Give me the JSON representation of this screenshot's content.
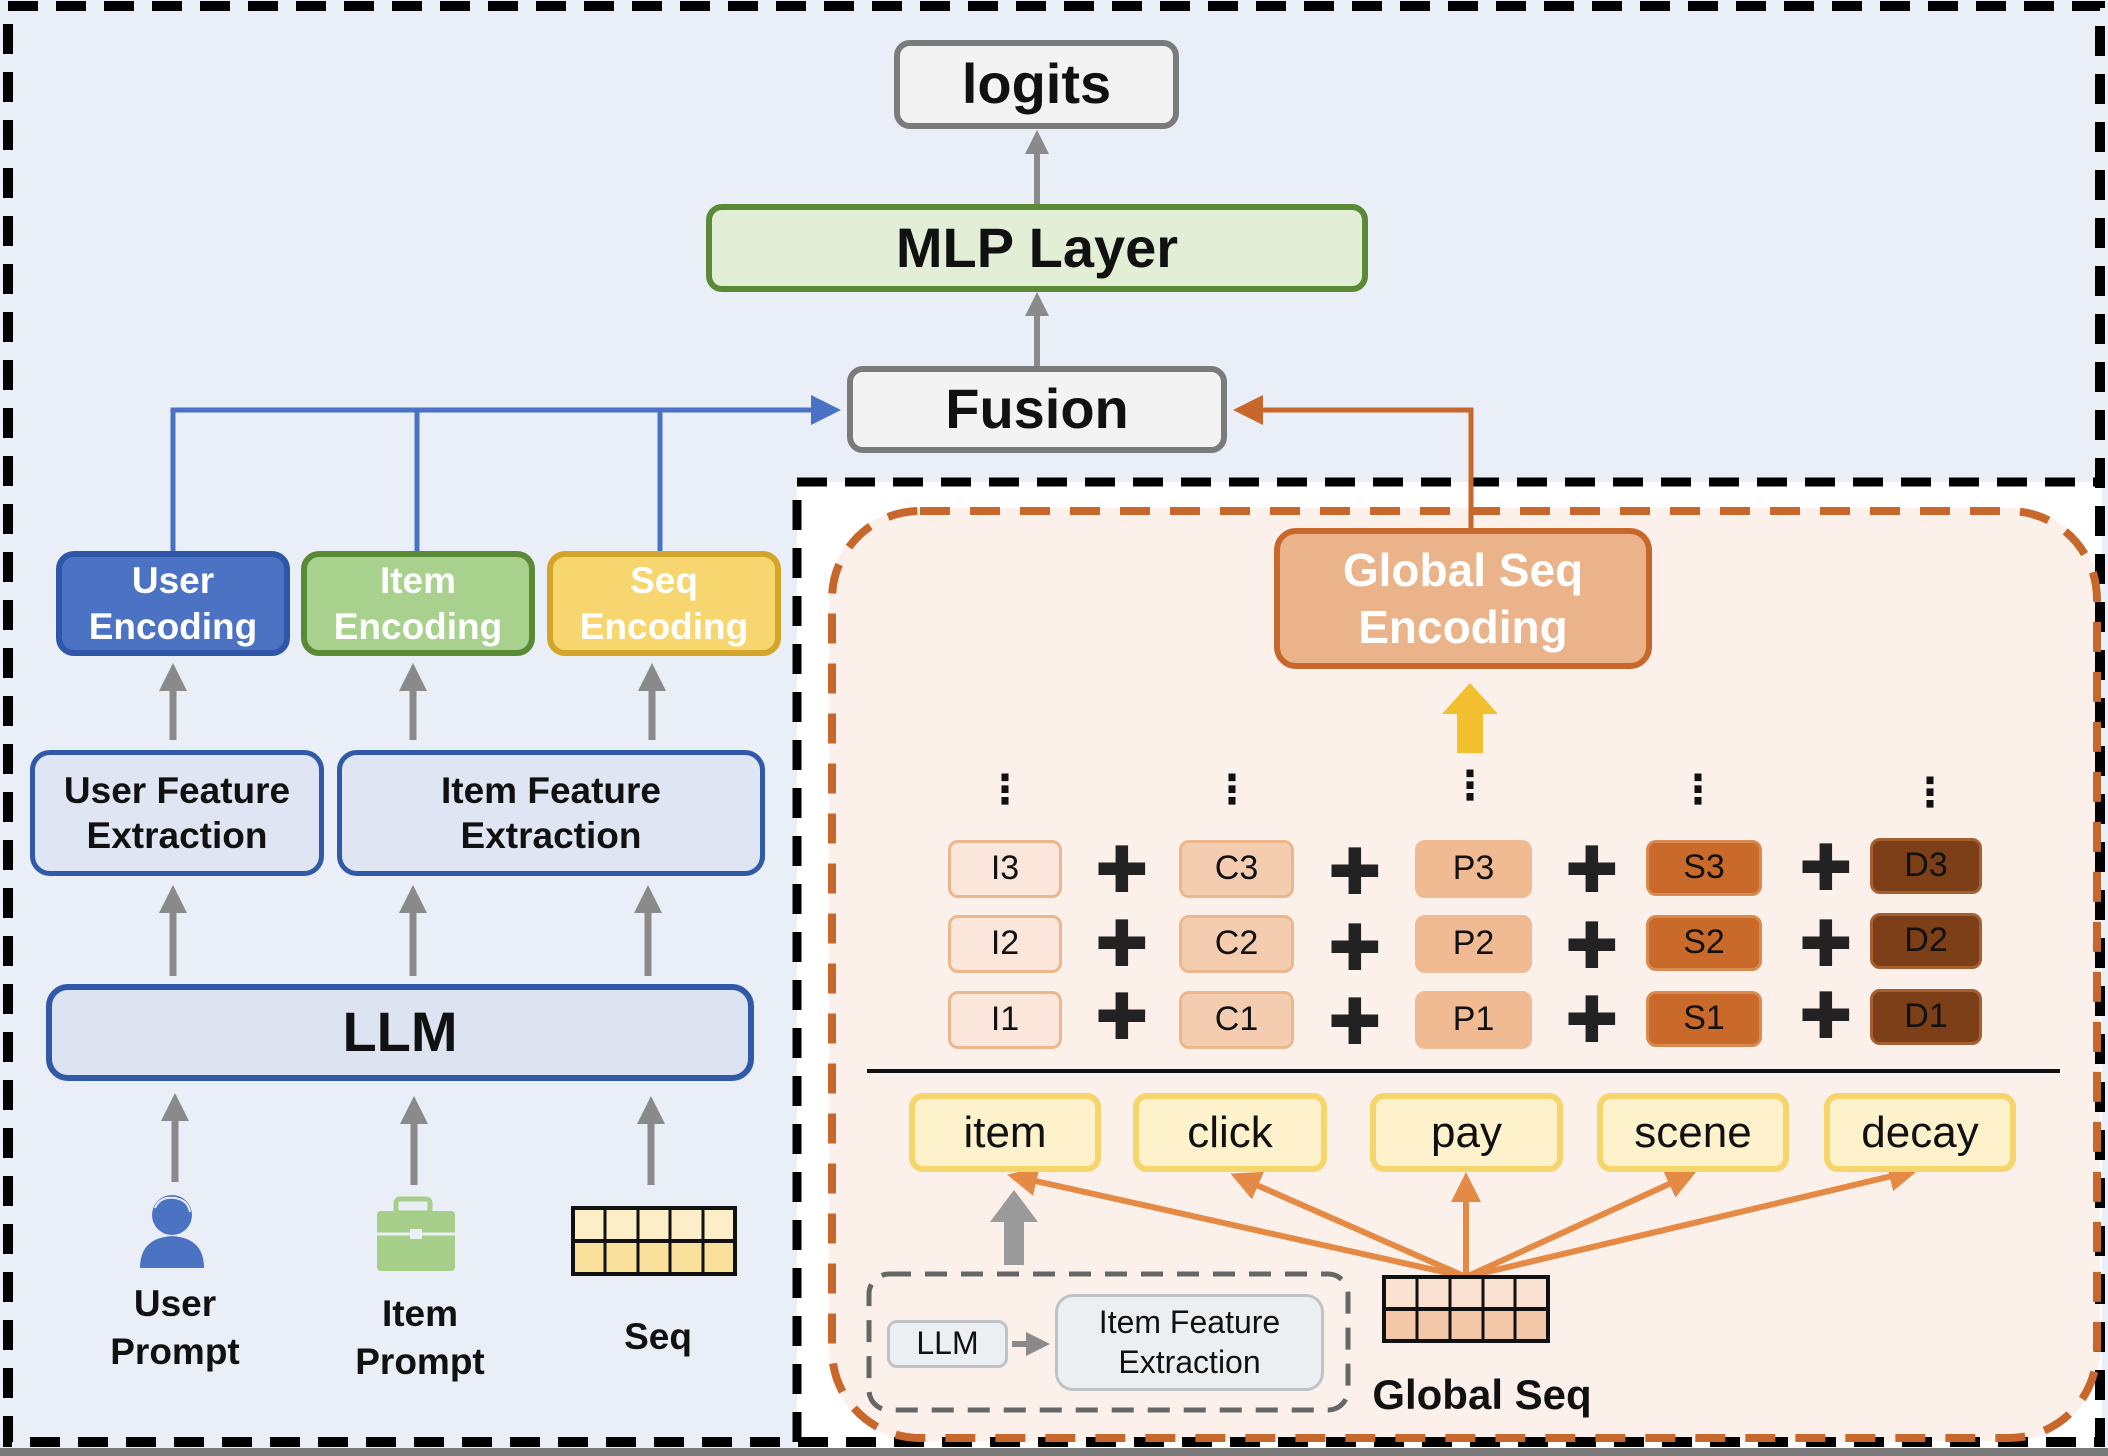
{
  "top": {
    "logits": "logits",
    "mlp": "MLP Layer",
    "fusion": "Fusion"
  },
  "left": {
    "encodings": [
      {
        "line1": "User",
        "line2": "Encoding"
      },
      {
        "line1": "Item",
        "line2": "Encoding"
      },
      {
        "line1": "Seq",
        "line2": "Encoding"
      }
    ],
    "feature_extraction": [
      {
        "line1": "User Feature",
        "line2": "Extraction"
      },
      {
        "line1": "Item Feature",
        "line2": "Extraction"
      }
    ],
    "llm": "LLM",
    "inputs": [
      {
        "icon": "user-icon",
        "line1": "User",
        "line2": "Prompt"
      },
      {
        "icon": "briefcase-icon",
        "line1": "Item",
        "line2": "Prompt"
      },
      {
        "icon": "grid-icon",
        "line1": "Seq",
        "line2": ""
      }
    ]
  },
  "right": {
    "global_seq_encoding": {
      "line1": "Global Seq",
      "line2": "Encoding"
    },
    "token_rows": [
      [
        "I3",
        "C3",
        "P3",
        "S3",
        "D3"
      ],
      [
        "I2",
        "C2",
        "P2",
        "S2",
        "D2"
      ],
      [
        "I1",
        "C1",
        "P1",
        "S1",
        "D1"
      ]
    ],
    "ellipsis": "⋮",
    "plus": "✚",
    "features": [
      "item",
      "click",
      "pay",
      "scene",
      "decay"
    ],
    "inner": {
      "llm": "LLM",
      "item_feature_line1": "Item Feature",
      "item_feature_line2": "Extraction"
    },
    "global_seq_label": "Global Seq"
  },
  "colors": {
    "blue_line": "#4a72c4",
    "orange_line": "#c8672b",
    "orange_arrow": "#e58a45",
    "gray_arrow": "#8a8a8a",
    "yellow_arrow": "#f2bf2e",
    "black_dash": "#000000"
  }
}
